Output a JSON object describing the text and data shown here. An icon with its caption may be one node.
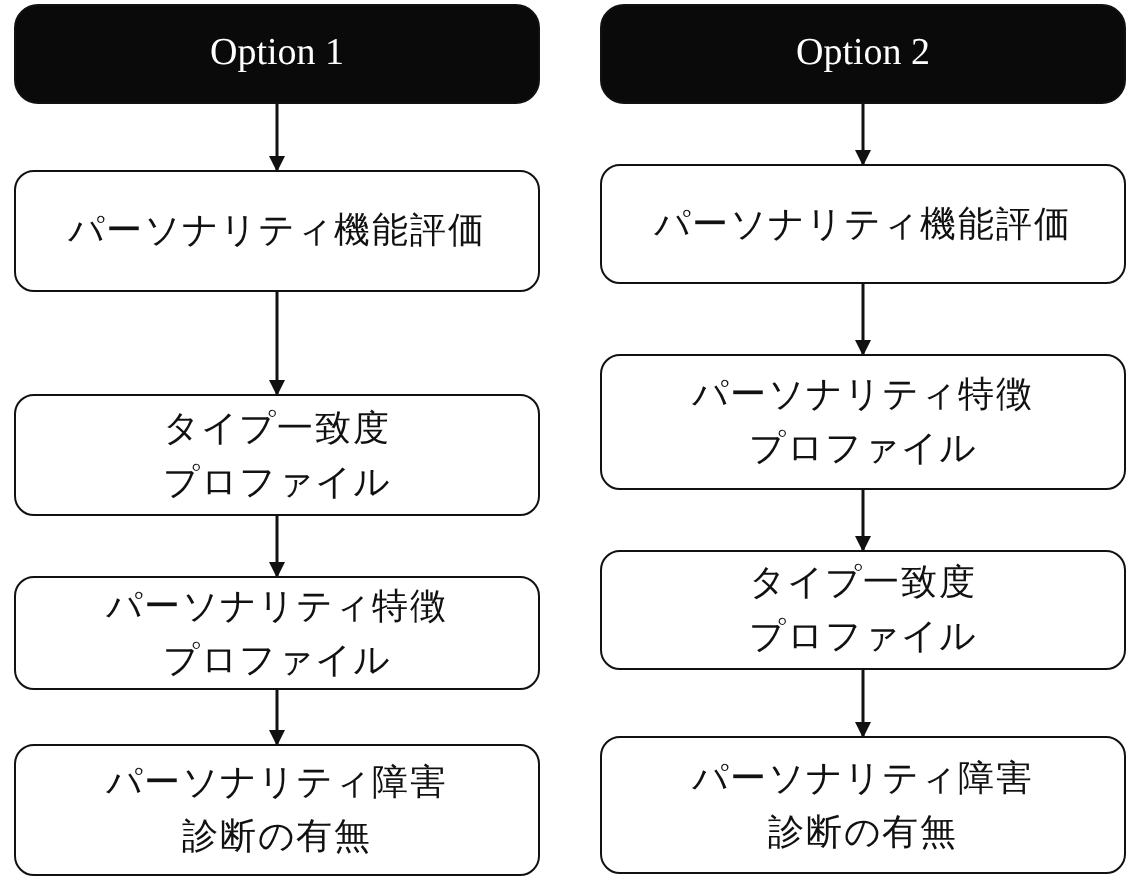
{
  "diagram": {
    "nodes": [
      {
        "text": [
          "Option 1"
        ]
      },
      {
        "text": [
          "パーソナリティ機能評価"
        ]
      },
      {
        "text": [
          "タイプ一致度プロファイル"
        ]
      },
      {
        "text": [
          "パーソナリティ特徴プロファイル"
        ]
      },
      {
        "text": [
          "パーソナリティ障害診断の有無"
        ]
      },
      {
        "text": [
          "Option 2"
        ]
      },
      {
        "text": [
          "パーソナリティ機能評価"
        ]
      },
      {
        "text": [
          "パーソナリティ特徴プロファイル"
        ]
      },
      {
        "text": [
          "タイプ一致度プロファイル"
        ]
      },
      {
        "text": [
          "パーソナリティ障害診断の有無"
        ]
      }
    ],
    "edges": [
      {
        "from": 0,
        "to": 1,
        "arrow": "to"
      },
      {
        "from": 1,
        "to": 2,
        "arrow": "to"
      },
      {
        "from": 2,
        "to": 3,
        "arrow": "to"
      },
      {
        "from": 3,
        "to": 4,
        "arrow": "to"
      },
      {
        "from": 5,
        "to": 6,
        "arrow": "to"
      },
      {
        "from": 6,
        "to": 7,
        "arrow": "to"
      },
      {
        "from": 7,
        "to": 8,
        "arrow": "to"
      },
      {
        "from": 8,
        "to": 9,
        "arrow": "to"
      }
    ]
  }
}
